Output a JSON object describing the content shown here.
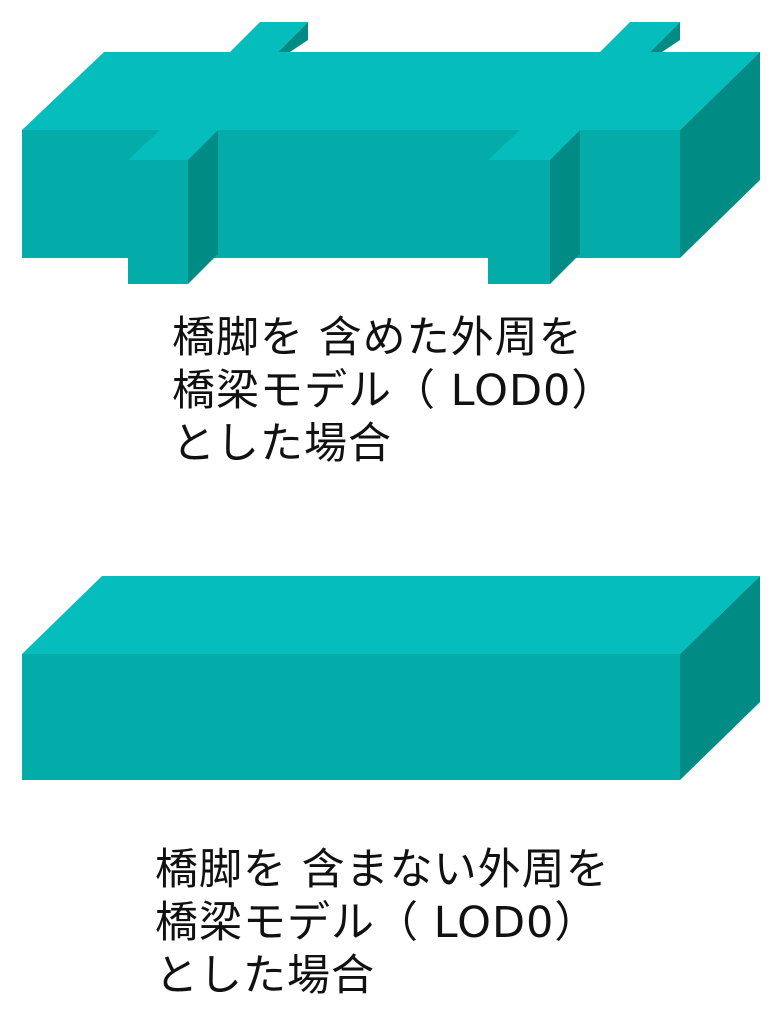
{
  "diagram": {
    "colors": {
      "top_face": "#06bdbd",
      "front_face": "#03aca9",
      "side_face": "#008b85"
    },
    "panels": [
      {
        "id": "with-piers",
        "caption_lines": [
          "橋脚を 含めた外周を",
          "橋梁モデル（ LOD0）",
          "とした場合"
        ]
      },
      {
        "id": "without-piers",
        "caption_lines": [
          "橋脚を 含まない外周を",
          "橋梁モデル（ LOD0）",
          "とした場合"
        ]
      }
    ]
  }
}
